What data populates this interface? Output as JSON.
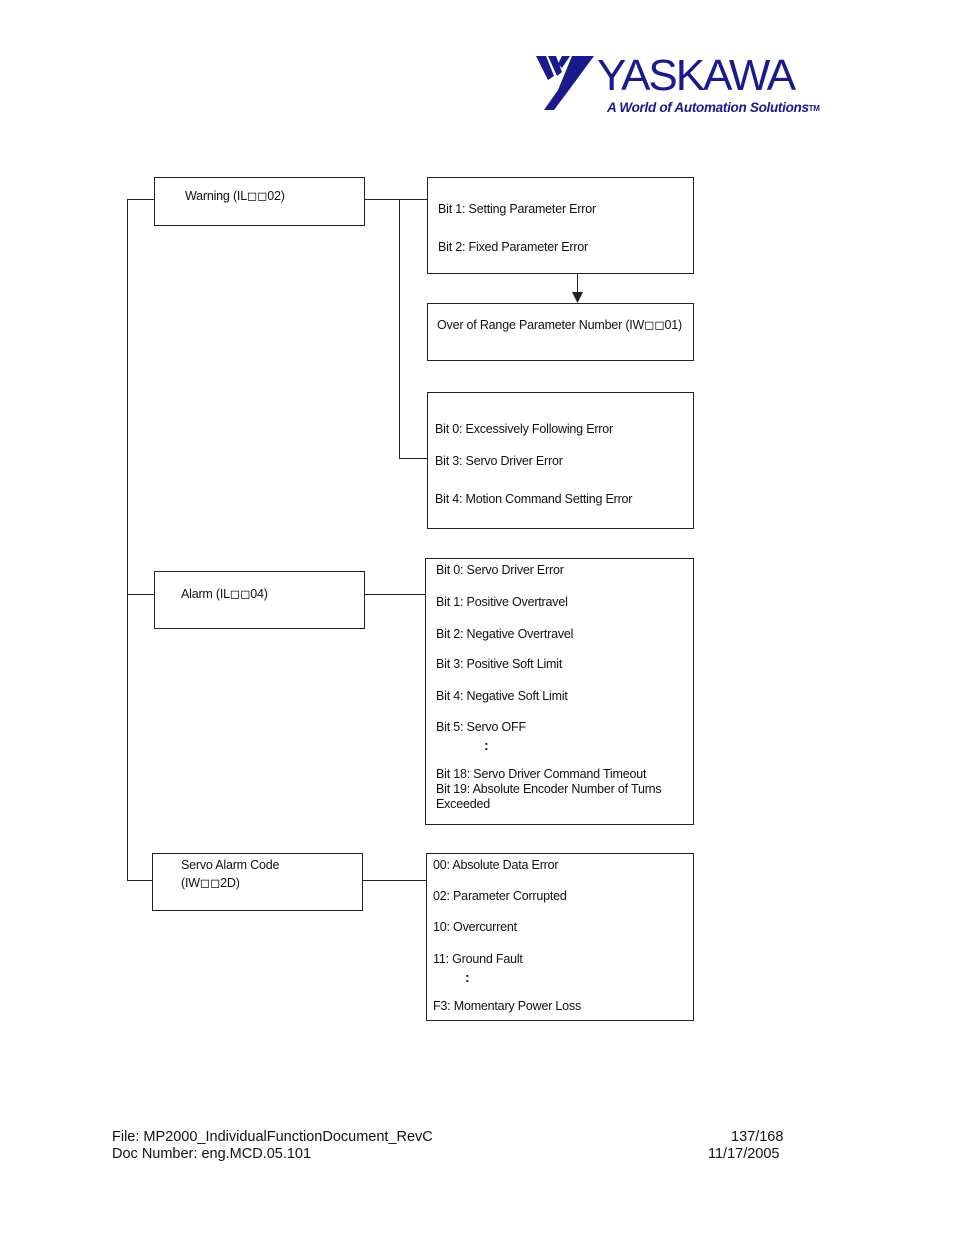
{
  "logo": {
    "brand": "YASKAWA",
    "tagline": "A World of Automation Solutions",
    "trademark": "TM"
  },
  "warning": {
    "title": "Warning (IL◻◻02)",
    "bits": [
      "Bit 1: Setting Parameter Error",
      "Bit 2: Fixed Parameter Error"
    ],
    "range_param": "Over of Range Parameter Number (IW◻◻01)",
    "bits2": [
      "Bit 0: Excessively Following Error",
      "Bit 3: Servo Driver Error",
      "Bit 4: Motion Command Setting Error"
    ]
  },
  "alarm": {
    "title": "Alarm (IL◻◻04)",
    "bits": [
      "Bit 0: Servo Driver Error",
      "Bit 1: Positive Overtravel",
      "Bit 2: Negative Overtravel",
      "Bit 3: Positive Soft Limit",
      "Bit 4: Negative Soft Limit",
      "Bit 5: Servo OFF",
      "Bit 18: Servo Driver Command Timeout",
      "Bit 19: Absolute Encoder Number of Turns Exceeded"
    ],
    "ellipsis": ":"
  },
  "servo_alarm": {
    "title_line1": "Servo Alarm Code",
    "title_line2": "(IW◻◻2D)",
    "codes": [
      "00: Absolute Data Error",
      "02: Parameter Corrupted",
      "10: Overcurrent",
      "11: Ground Fault",
      "F3: Momentary Power Loss"
    ],
    "ellipsis": ":"
  },
  "footer": {
    "file": "File:  MP2000_IndividualFunctionDocument_RevC",
    "doc": "Doc Number:  eng.MCD.05.101",
    "page": "137/168",
    "date": "11/17/2005"
  }
}
